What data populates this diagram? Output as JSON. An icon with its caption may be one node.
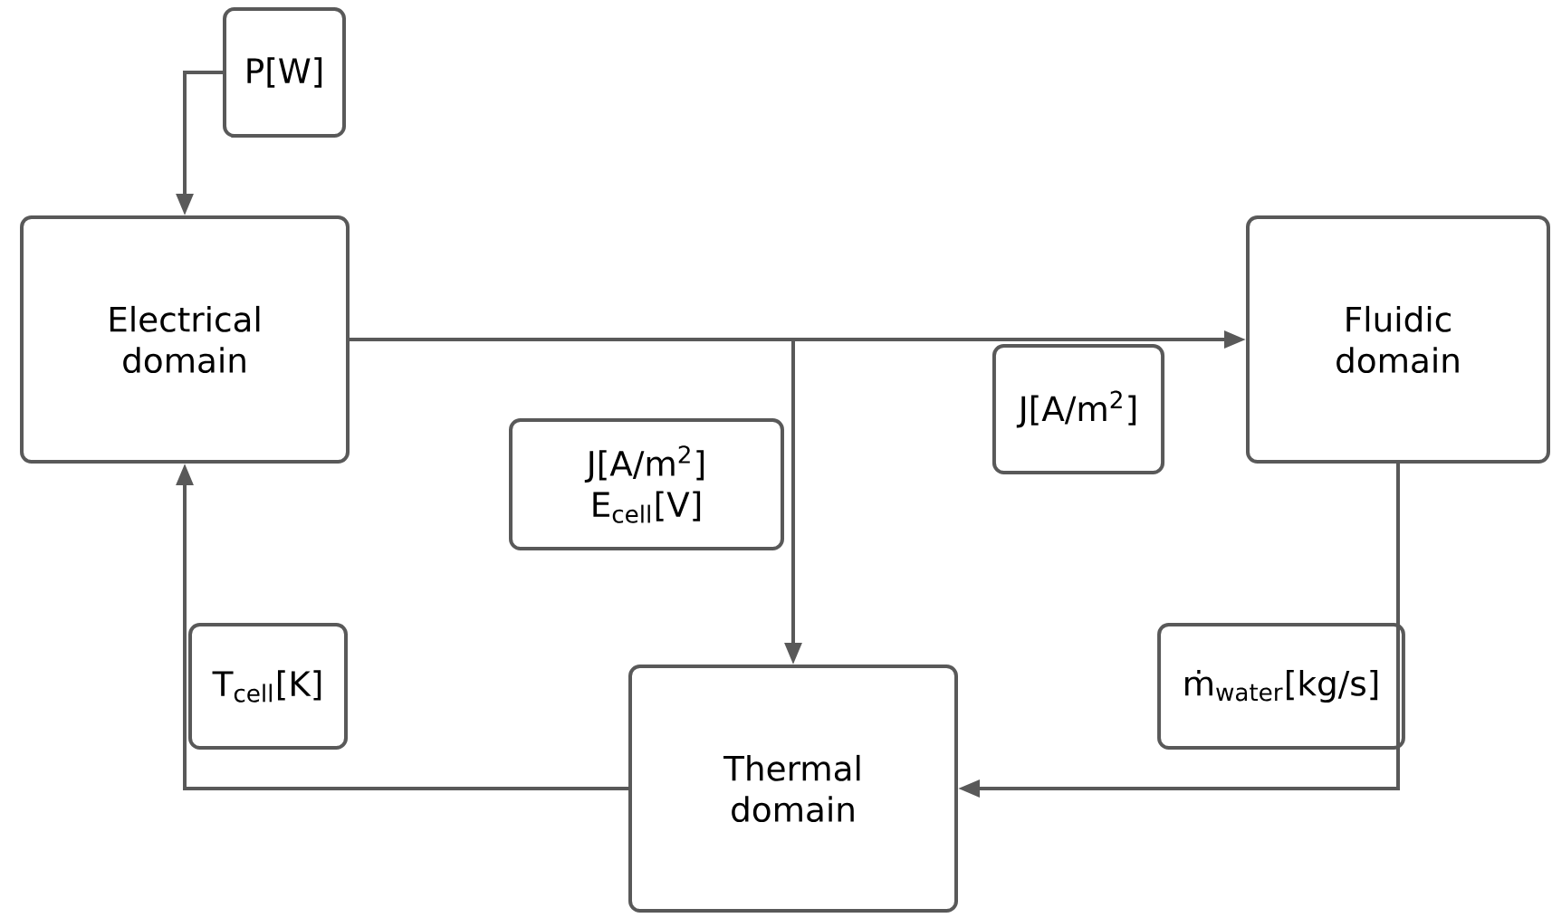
{
  "diagram": {
    "nodes": [
      {
        "text": [
          "P[W]"
        ]
      },
      {
        "text": [
          "Electrical domain"
        ]
      },
      {
        "text": [
          "Fluidic domain"
        ]
      },
      {
        "text": [
          "Thermal domain"
        ]
      },
      {
        "text": [
          "J[A/m$^{2}$]",
          "E$_{cell}$[V]"
        ]
      },
      {
        "text": [
          "J[A/m$^{2}$]"
        ]
      },
      {
        "text": [
          "T$_{cell}$[K]"
        ]
      },
      {
        "text": [
          "ṁ$_{water}$[kg/s]"
        ]
      }
    ],
    "edges": [
      {
        "from": 0,
        "to": 1,
        "arrow": "to"
      },
      {
        "from": 1,
        "to": 2,
        "arrow": "to"
      },
      {
        "from": 1,
        "to": 3,
        "arrow": "to"
      },
      {
        "from": 2,
        "to": 3,
        "arrow": "to"
      },
      {
        "from": 3,
        "to": 1,
        "arrow": "to"
      }
    ]
  }
}
